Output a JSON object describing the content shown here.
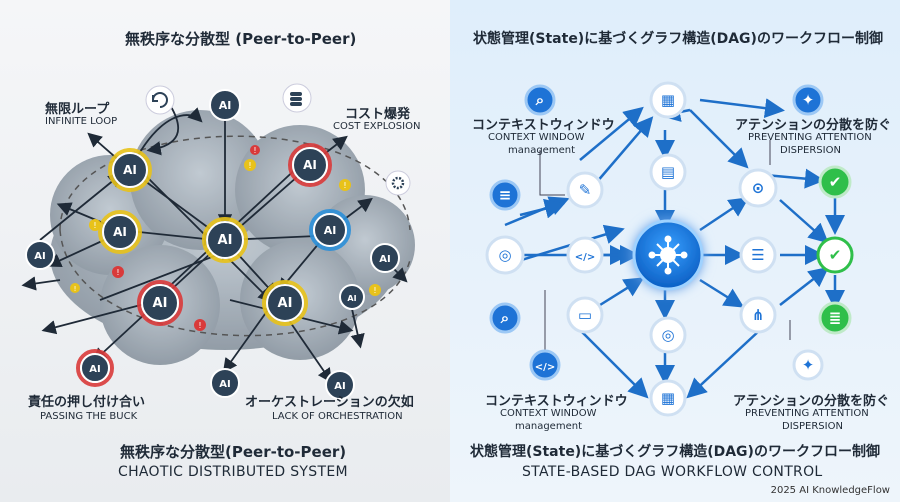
{
  "left": {
    "title": "無秩序な分散型 (Peer-to-Peer)",
    "labels": {
      "infinite_loop_jp": "無限ループ",
      "infinite_loop_en": "INFINITE LOOP",
      "cost_jp": "コスト爆発",
      "cost_en": "COST EXPLOSION",
      "buck_jp": "責任の押し付け合い",
      "buck_en": "PASSING THE BUCK",
      "orch_jp": "オーケストレーションの欠如",
      "orch_en": "LACK OF ORCHESTRATION"
    },
    "footer_jp": "無秩序な分散型(Peer-to-Peer)",
    "footer_en": "CHAOTIC DISTRIBUTED SYSTEM",
    "agent_label": "AI"
  },
  "right": {
    "title": "状態管理(State)に基づくグラフ構造(DAG)のワークフロー制御",
    "labels": {
      "ctx_top_jp": "コンテキストウィンドウ",
      "ctx_top_en1": "CONTEXT WINDOW",
      "ctx_top_en2": "management",
      "att_top_jp": "アテンションの分散を防ぐ",
      "att_top_en1": "PREVENTING ATTENTION",
      "att_top_en2": "DISPERSION",
      "ctx_bot_jp": "コンテキストウィンドウ",
      "ctx_bot_en1": "CONTEXT WINDOW",
      "ctx_bot_en2": "management",
      "att_bot_jp": "アテンションの分散を防ぐ",
      "att_bot_en1": "PREVENTING ATTENTION",
      "att_bot_en2": "DISPERSION"
    },
    "footer_jp": "状態管理(State)に基づくグラフ構造(DAG)のワークフロー制御",
    "footer_en": "STATE-BASED DAG WORKFLOW CONTROL"
  },
  "credit": "2025 AI KnowledgeFlow",
  "colors": {
    "yellow_ring": "#e8c21a",
    "red_ring": "#d93a3a",
    "blue_ring": "#2b8fd8",
    "agent_fill": "#2d4257",
    "node_blue": "#1e73d6",
    "node_bg": "#ffffff",
    "arrow_dark": "#1f2a37",
    "arrow_blue": "#1e6fc8",
    "ok_green": "#2fbf4a"
  }
}
